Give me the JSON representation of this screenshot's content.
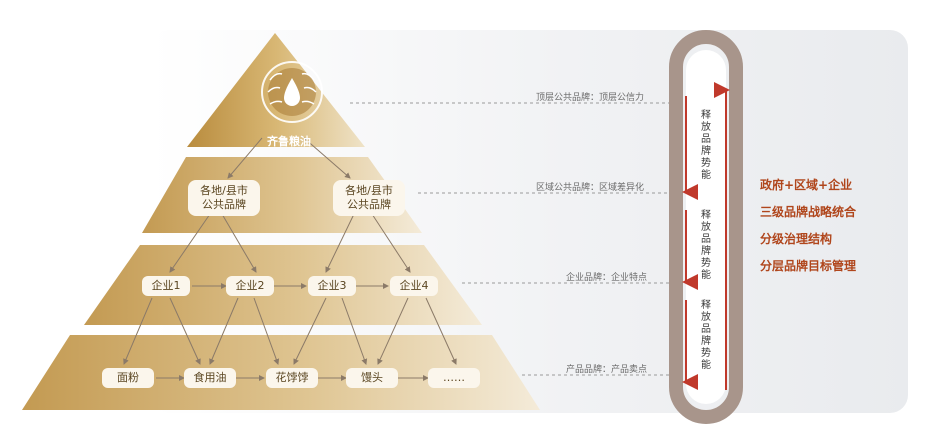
{
  "apex": {
    "label": "齐鲁粮油"
  },
  "level2": {
    "nodes": [
      "各地/县市\n公共品牌",
      "各地/县市\n公共品牌"
    ]
  },
  "level3": {
    "nodes": [
      "企业1",
      "企业2",
      "企业3",
      "企业4"
    ]
  },
  "level4": {
    "nodes": [
      "面粉",
      "食用油",
      "花饽饽",
      "馒头",
      "……"
    ]
  },
  "levels": [
    "顶层公共品牌：顶层公信力",
    "区域公共品牌：区域差异化",
    "企业品牌：企业特点",
    "产品品牌：产品卖点"
  ],
  "flow": {
    "label": "释放品牌势能"
  },
  "summary": [
    "政府+区域+企业",
    "三级品牌战略统合",
    "分级治理结构",
    "分层品牌目标管理"
  ],
  "colors": {
    "gold": "#c9a25a",
    "accent": "#b0461c",
    "track": "#a8958b",
    "arrow": "#c0392b"
  }
}
